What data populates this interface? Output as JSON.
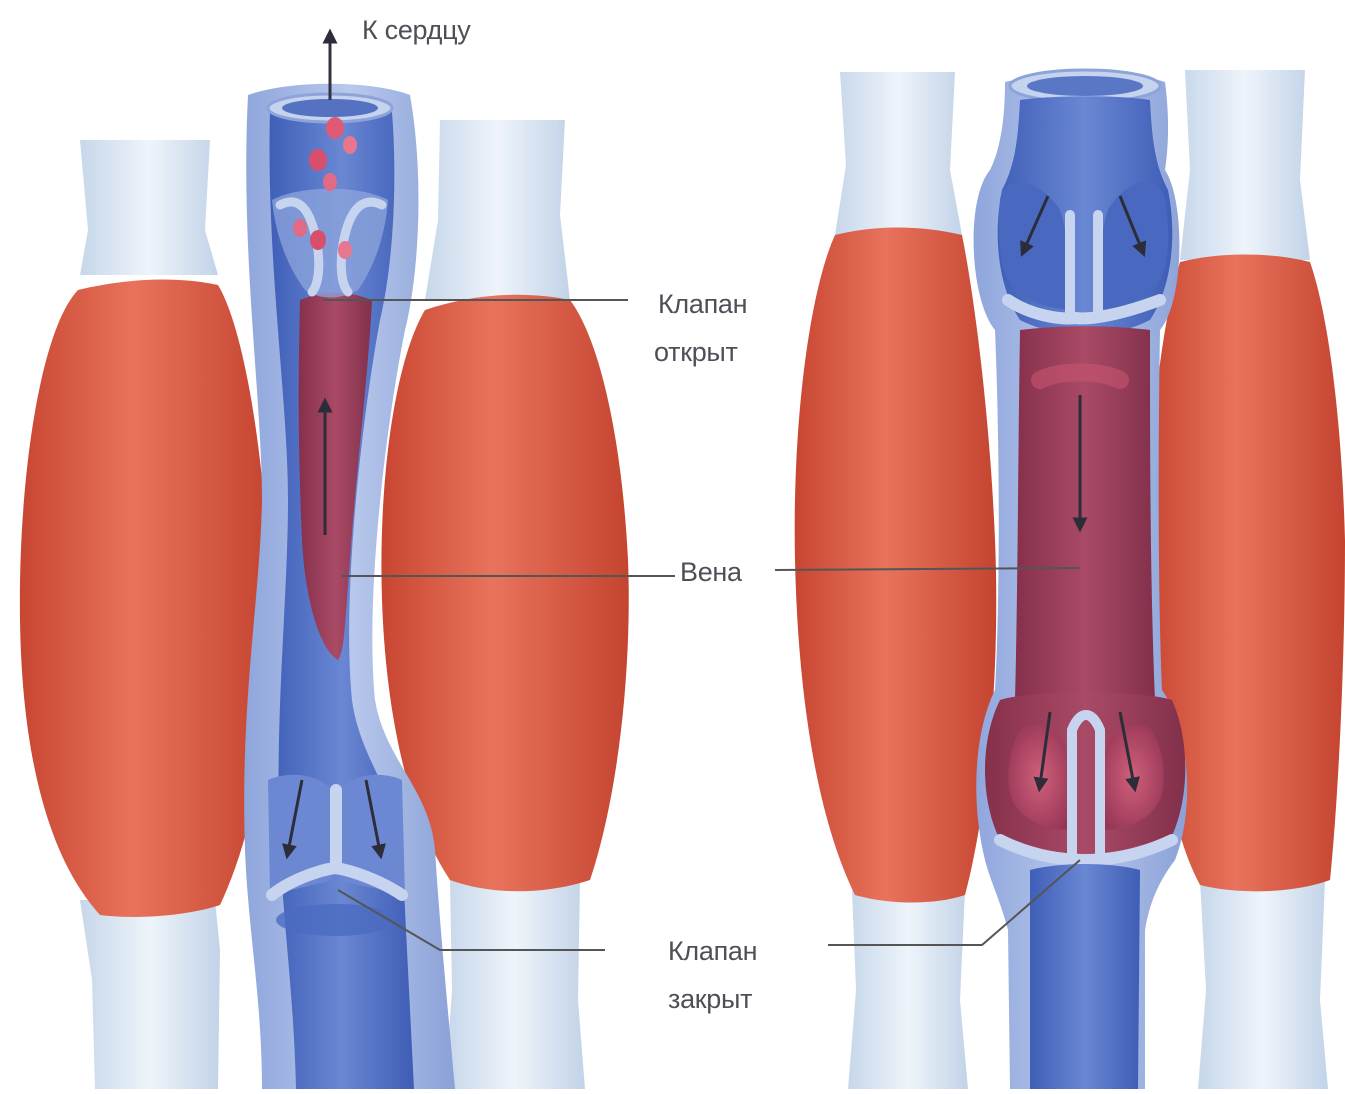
{
  "labels": {
    "to_heart": "К сердцу",
    "valve_open_line1": "Клапан",
    "valve_open_line2": "открыт",
    "vein": "Вена",
    "valve_closed_line1": "Клапан",
    "valve_closed_line2": "закрыт"
  },
  "colors": {
    "muscle": "#dd5a46",
    "muscle_dark": "#b8402e",
    "tendon": "#d9e6f2",
    "vein_wall": "#a7bce3",
    "vein_lumen": "#4d6fc4",
    "blood": "#9a3a55",
    "blood_light": "#c8556f",
    "leader_line": "#555555"
  }
}
